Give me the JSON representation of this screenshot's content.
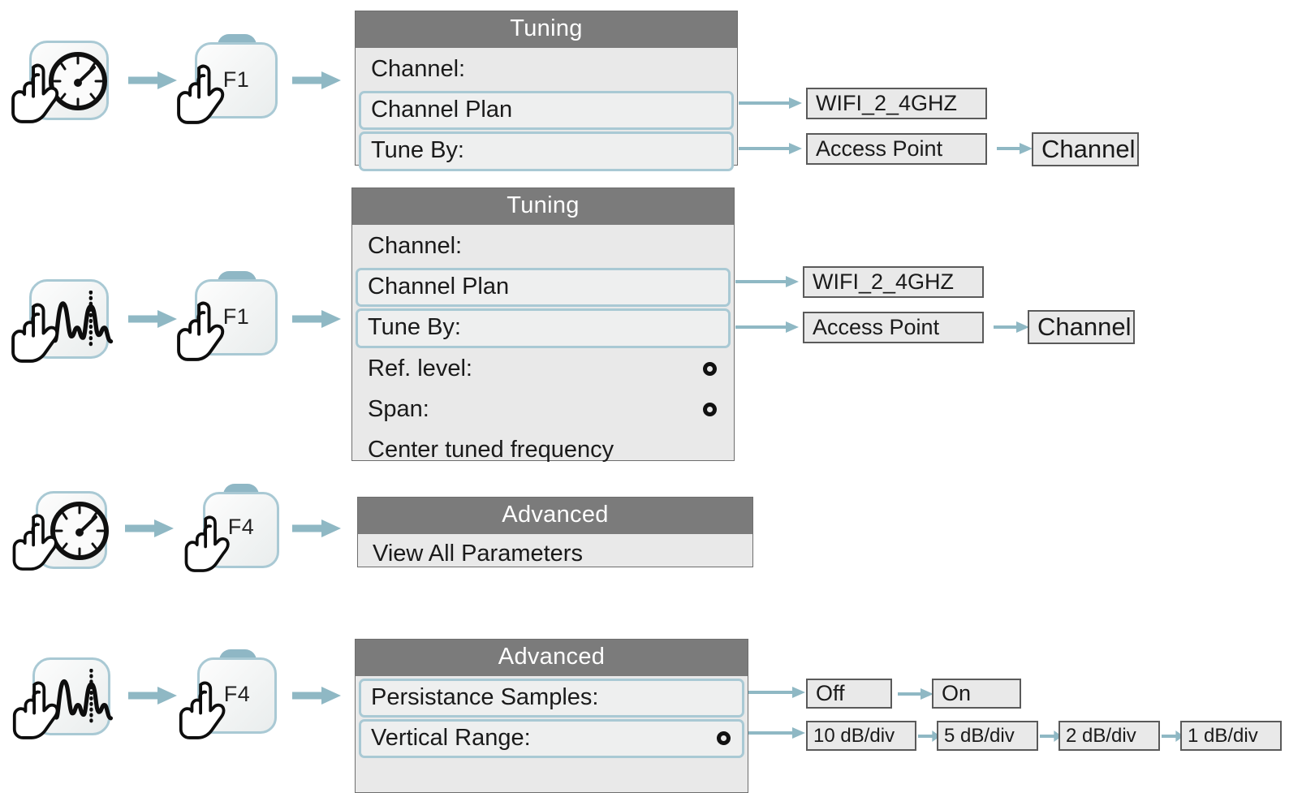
{
  "colors": {
    "arrow": "#8fb8c4",
    "panel_header_bg": "#7b7b7b",
    "panel_bg": "#e9e9e9",
    "selection_border": "#a9c9d4",
    "box_border": "#5a5a5a",
    "text": "#1a1a1a"
  },
  "rows": [
    {
      "id": "row-1",
      "source_icon": "gauge-icon",
      "function_key": "F1",
      "panel": {
        "title": "Tuning",
        "items": [
          {
            "label": "Channel:",
            "selected": false,
            "ring": false
          },
          {
            "label": "Channel Plan",
            "selected": true,
            "ring": false
          },
          {
            "label": "Tune By:",
            "selected": true,
            "ring": false
          }
        ]
      },
      "values": [
        {
          "label": "WIFI_2_4GHZ",
          "size": "normal"
        },
        {
          "label": "Access Point",
          "size": "normal"
        },
        {
          "label": "Channel",
          "size": "big"
        }
      ]
    },
    {
      "id": "row-2",
      "source_icon": "spectrum-icon",
      "function_key": "F1",
      "panel": {
        "title": "Tuning",
        "items": [
          {
            "label": "Channel:",
            "selected": false,
            "ring": false
          },
          {
            "label": "Channel Plan",
            "selected": true,
            "ring": false
          },
          {
            "label": "Tune By:",
            "selected": true,
            "ring": false
          },
          {
            "label": "Ref. level:",
            "selected": false,
            "ring": true
          },
          {
            "label": "Span:",
            "selected": false,
            "ring": true
          },
          {
            "label": "Center tuned frequency",
            "selected": false,
            "ring": false
          }
        ]
      },
      "values": [
        {
          "label": "WIFI_2_4GHZ",
          "size": "normal"
        },
        {
          "label": "Access Point",
          "size": "normal"
        },
        {
          "label": "Channel",
          "size": "big"
        }
      ]
    },
    {
      "id": "row-3",
      "source_icon": "gauge-icon",
      "function_key": "F4",
      "panel": {
        "title": "Advanced",
        "items": [
          {
            "label": "View All Parameters",
            "selected": false,
            "ring": false
          }
        ]
      },
      "values": []
    },
    {
      "id": "row-4",
      "source_icon": "spectrum-icon",
      "function_key": "F4",
      "panel": {
        "title": "Advanced",
        "items": [
          {
            "label": "Persistance Samples:",
            "selected": true,
            "ring": false
          },
          {
            "label": "Vertical Range:",
            "selected": true,
            "ring": true
          }
        ]
      },
      "values": [
        {
          "label": "Off",
          "size": "normal"
        },
        {
          "label": "On",
          "size": "normal"
        },
        {
          "label": "10 dB/div",
          "size": "small"
        },
        {
          "label": "5 dB/div",
          "size": "small"
        },
        {
          "label": "2 dB/div",
          "size": "small"
        },
        {
          "label": "1 dB/div",
          "size": "small"
        }
      ]
    }
  ]
}
